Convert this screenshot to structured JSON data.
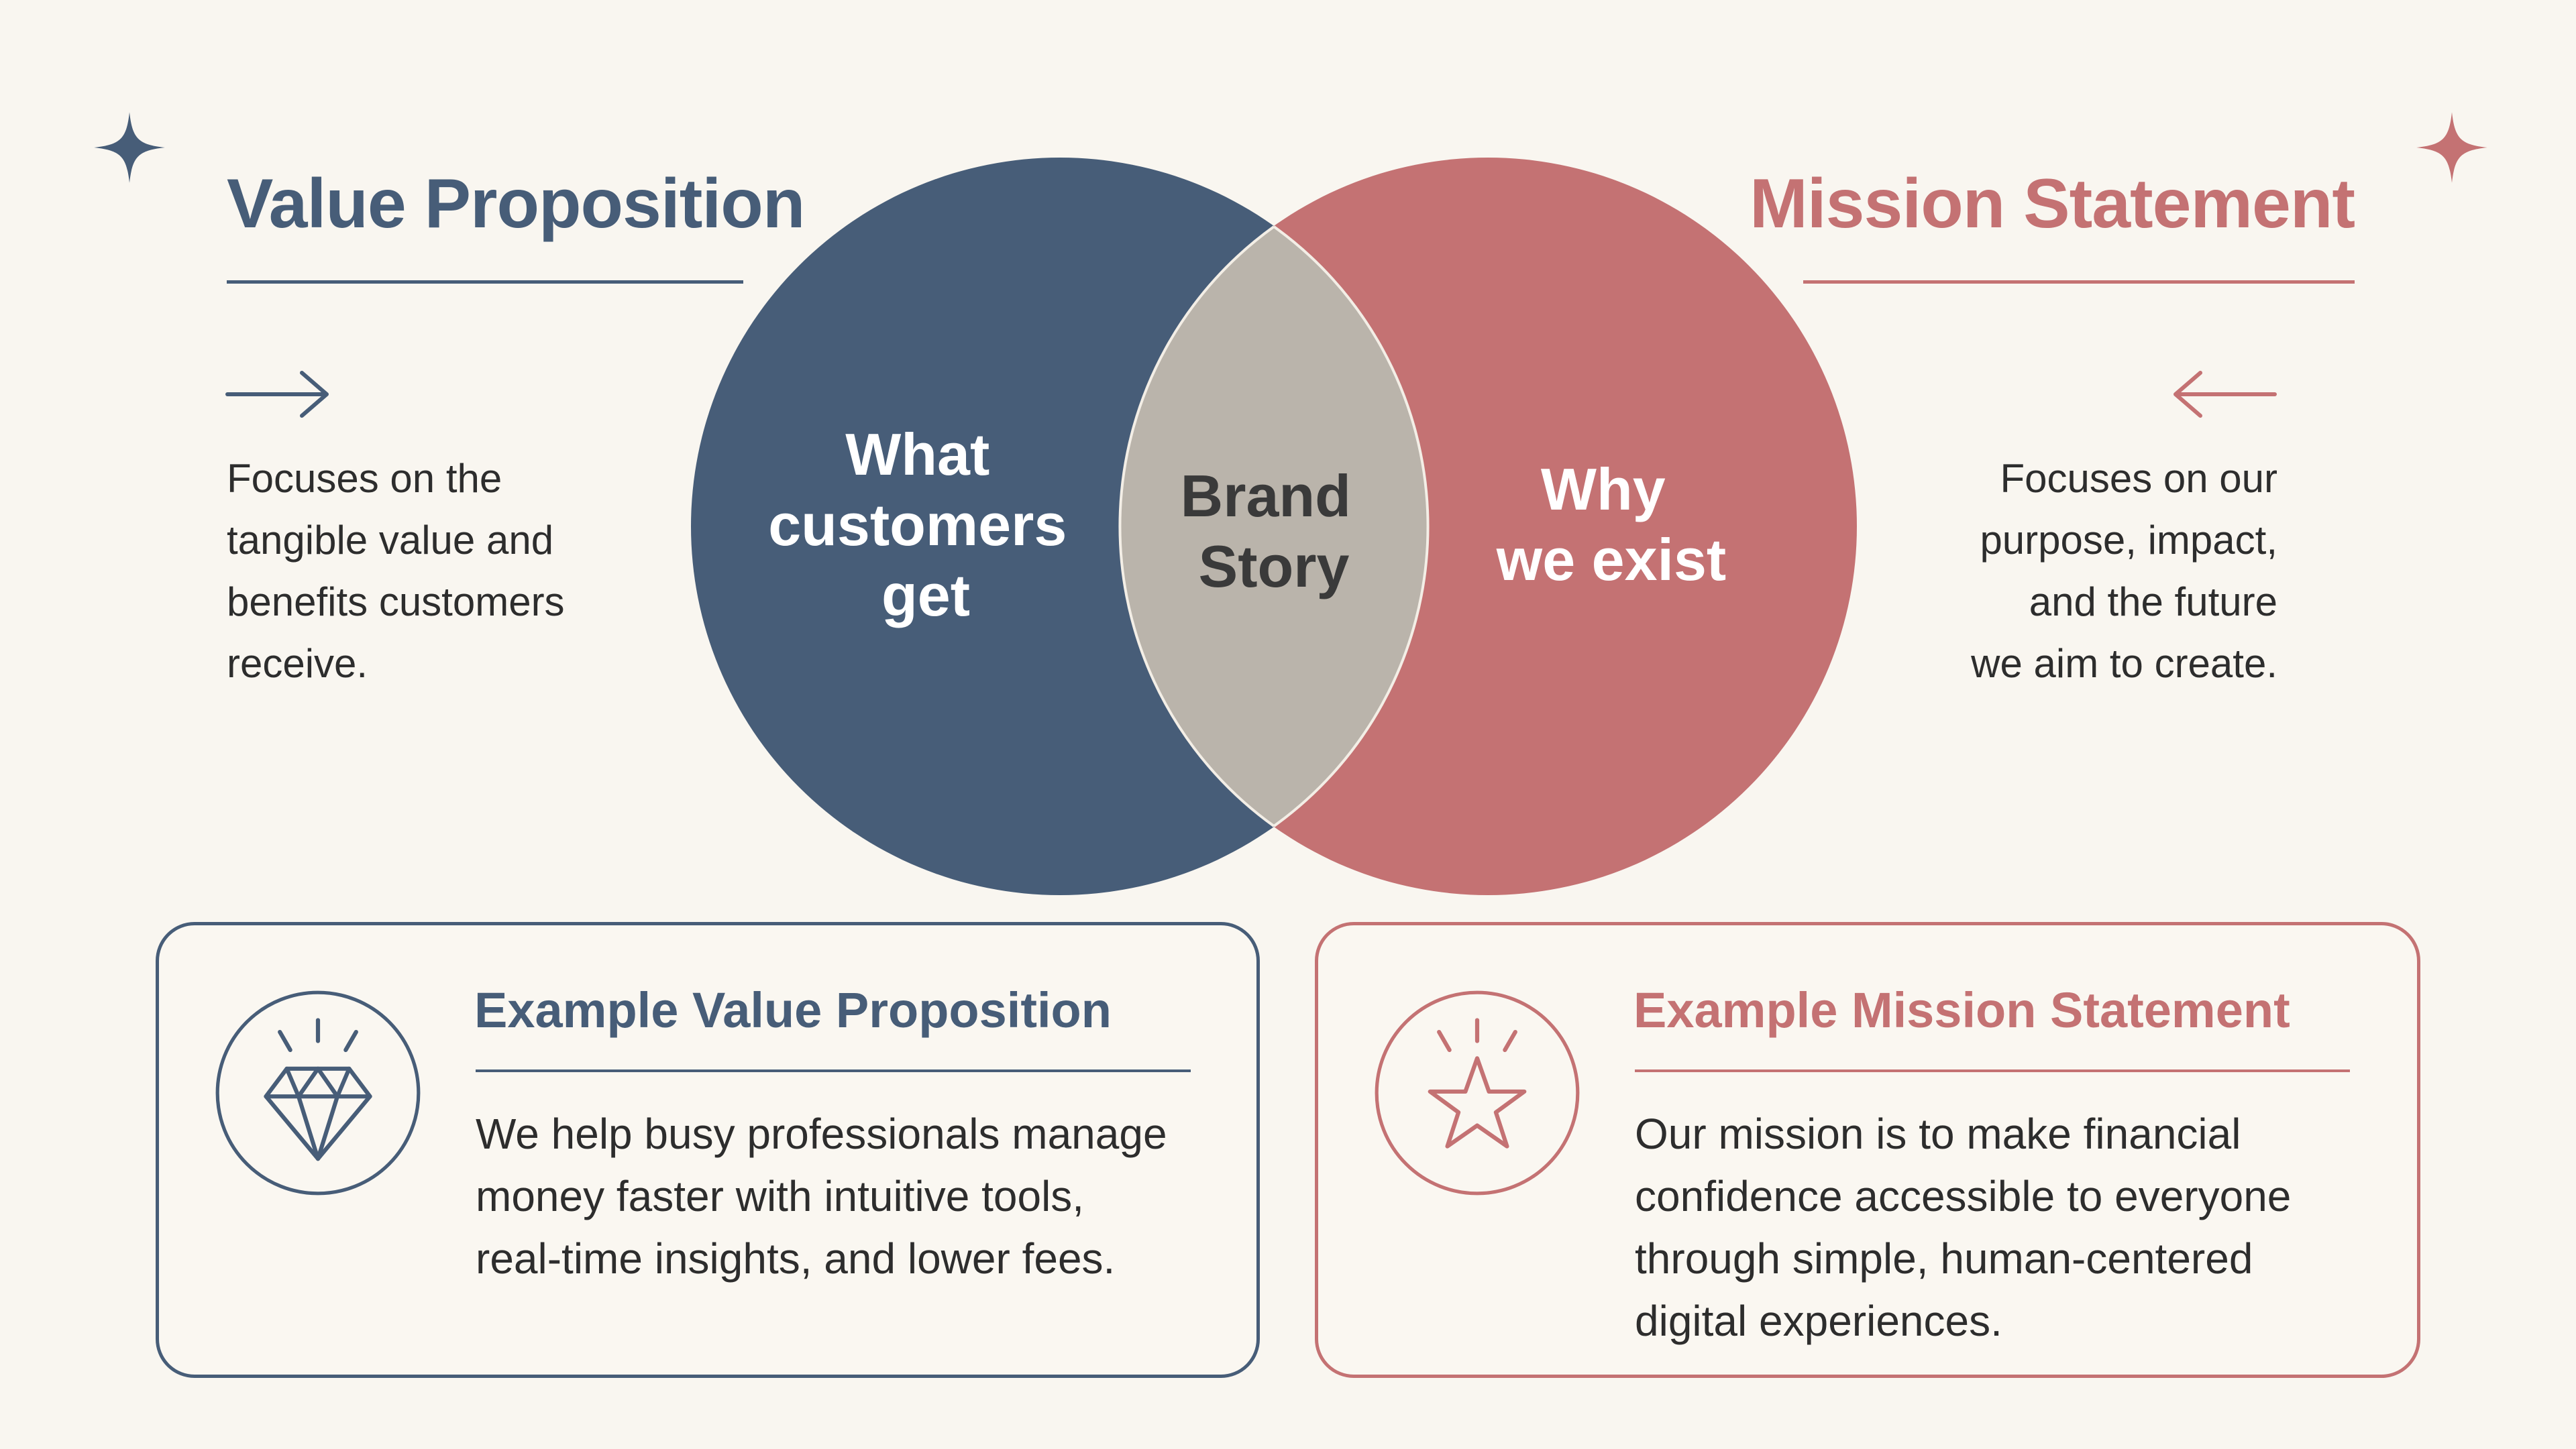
{
  "colors": {
    "background": "#f9f6f0",
    "value_blue": "#475d78",
    "mission_red": "#c47273",
    "overlap_gray": "#bab4ab",
    "overlap_text": "#3a3a3a",
    "body_text": "#2d2d2d"
  },
  "value_proposition": {
    "title": "Value Proposition",
    "arrow_icon": "arrow-right-icon",
    "description": "Focuses on the\ntangible value and\nbenefits customers\nreceive."
  },
  "mission_statement": {
    "title": "Mission Statement",
    "arrow_icon": "arrow-left-icon",
    "description": "Focuses on our\npurpose, impact,\nand the future\nwe aim to create."
  },
  "venn": {
    "left_label_lines": [
      "What",
      "customers",
      "get"
    ],
    "overlap_label_lines": [
      "Brand",
      "Story"
    ],
    "right_label_lines": [
      "Why",
      "we exist"
    ]
  },
  "example_value": {
    "icon": "diamond-icon",
    "title": "Example Value Proposition",
    "text": "We help busy professionals manage\nmoney faster with intuitive tools,\nreal-time insights, and lower fees."
  },
  "example_mission": {
    "icon": "star-icon",
    "title": "Example Mission Statement",
    "text": "Our mission is to make financial\nconfidence accessible to everyone\nthrough simple, human-centered\ndigital experiences."
  },
  "decorations": {
    "left_sparkle": "sparkle-icon",
    "right_sparkle": "sparkle-icon"
  }
}
